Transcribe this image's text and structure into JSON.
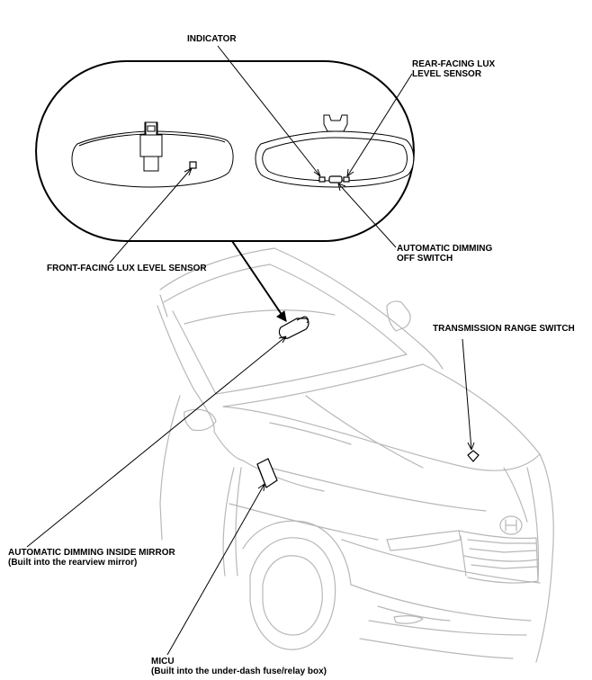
{
  "labels": {
    "indicator": "INDICATOR",
    "rear_lux_1": "REAR-FACING LUX",
    "rear_lux_2": "LEVEL SENSOR",
    "auto_dim_off_1": "AUTOMATIC DIMMING",
    "auto_dim_off_2": "OFF SWITCH",
    "front_lux": "FRONT-FACING LUX LEVEL SENSOR",
    "transmission": "TRANSMISSION RANGE SWITCH",
    "mirror_1": "AUTOMATIC DIMMING INSIDE MIRROR",
    "mirror_2": "(Built into the rearview mirror)",
    "micu_1": "MICU",
    "micu_2": "(Built into the under-dash fuse/relay box)"
  },
  "colors": {
    "ink": "#000000",
    "car_line": "#b8b8b8",
    "background": "#ffffff"
  }
}
